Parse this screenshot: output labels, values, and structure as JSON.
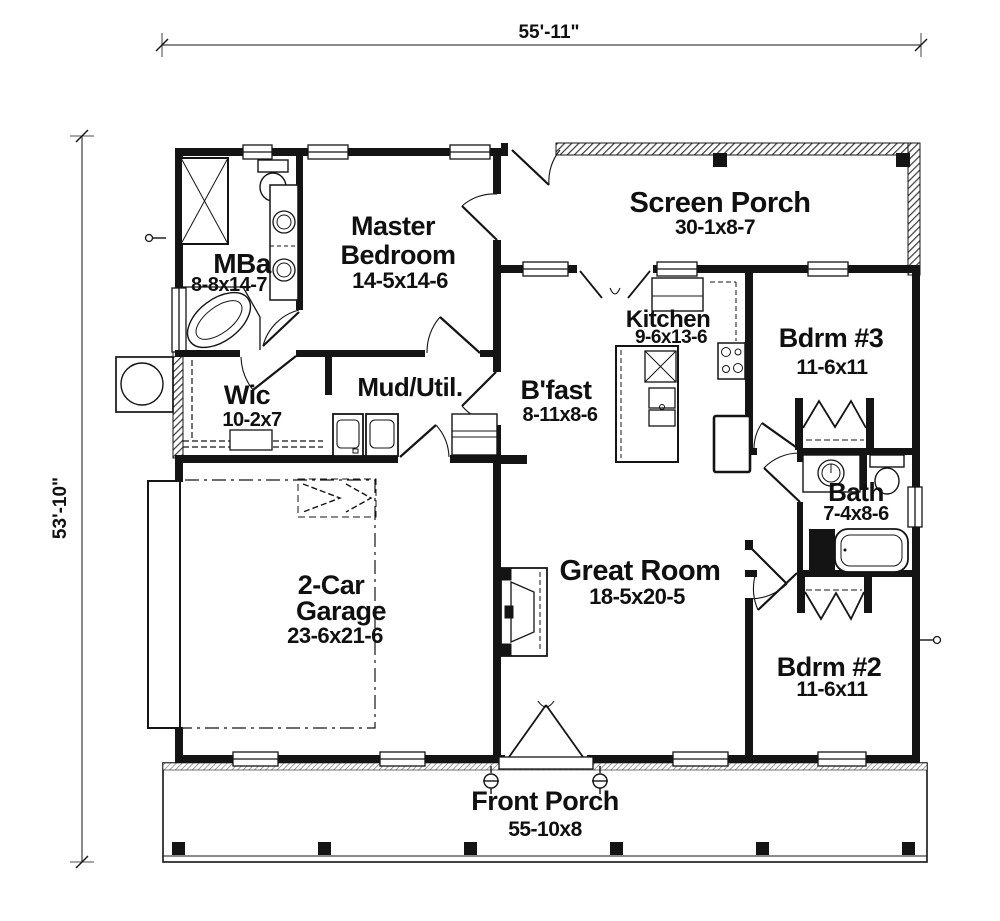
{
  "document": {
    "type": "residential-first-floor-plan"
  },
  "dimensions": {
    "overall_width": "55'-11\"",
    "overall_depth": "53'-10\""
  },
  "rooms": {
    "master_bedroom": {
      "line1": "Master",
      "line2": "Bedroom",
      "size": "14-5x14-6"
    },
    "master_bath": {
      "name": "MBa",
      "size": "8-8x14-7"
    },
    "screen_porch": {
      "name": "Screen Porch",
      "size": "30-1x8-7"
    },
    "kitchen": {
      "name": "Kitchen",
      "size": "9-6x13-6"
    },
    "bedroom3": {
      "name": "Bdrm #3",
      "size": "11-6x11"
    },
    "wic": {
      "name": "Wic",
      "size": "10-2x7"
    },
    "mud_util": {
      "name": "Mud/Util."
    },
    "breakfast": {
      "name": "B'fast",
      "size": "8-11x8-6"
    },
    "bath": {
      "name": "Bath",
      "size": "7-4x8-6"
    },
    "great_room": {
      "name": "Great Room",
      "size": "18-5x20-5"
    },
    "garage": {
      "line1": "2-Car",
      "line2": "Garage",
      "size": "23-6x21-6"
    },
    "bedroom2": {
      "name": "Bdrm #2",
      "size": "11-6x11"
    },
    "front_porch": {
      "name": "Front Porch",
      "size": "55-10x8"
    }
  },
  "colors": {
    "ink": "#141414",
    "paper": "#ffffff"
  }
}
